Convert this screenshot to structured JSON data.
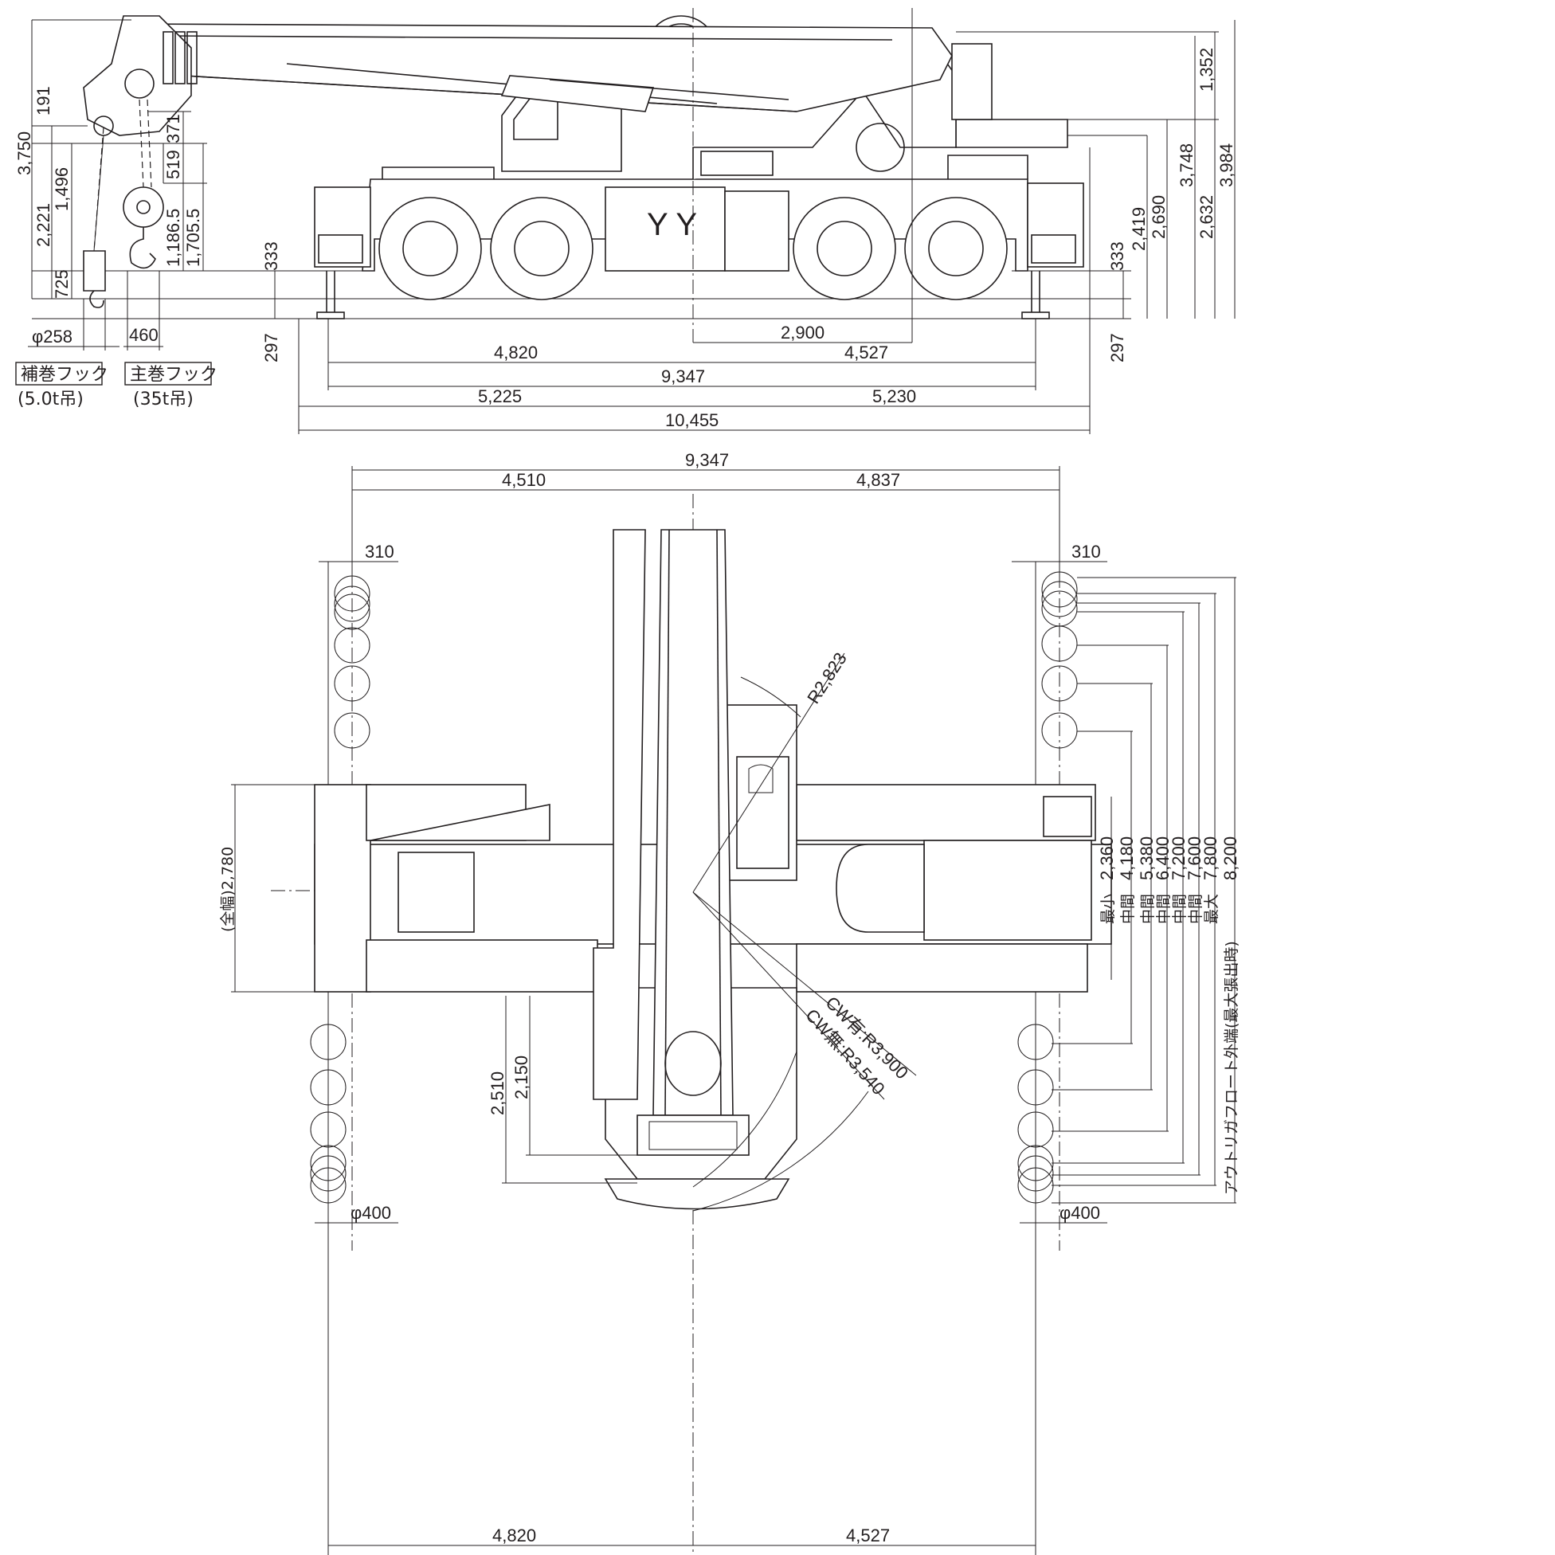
{
  "side_view": {
    "dims": {
      "d3750": "3,750",
      "d191": "191",
      "d1496": "1,496",
      "d2221": "2,221",
      "d725": "725",
      "d371": "371",
      "d519": "519",
      "d1186": "1,186.5",
      "d1705": "1,705.5",
      "d333l": "333",
      "d333r": "333",
      "d297l": "297",
      "d297r": "297",
      "d258": "φ258",
      "d460": "460",
      "d2900": "2,900",
      "d4820": "4,820",
      "d4527": "4,527",
      "d9347": "9,347",
      "d5225": "5,225",
      "d5230": "5,230",
      "d10455": "10,455",
      "d1352": "1,352",
      "d3748": "3,748",
      "d3984": "3,984",
      "d2419": "2,419",
      "d2690": "2,690",
      "d2632": "2,632"
    },
    "hooks": {
      "aux_label": "補巻フック",
      "aux_cap": "(5.0t吊)",
      "main_label": "主巻フック",
      "main_cap": "(35t吊)"
    },
    "mark": "Y  Y"
  },
  "top_view": {
    "dims": {
      "d9347": "9,347",
      "d4510": "4,510",
      "d4837": "4,837",
      "d310l": "310",
      "d310r": "310",
      "width": "(全幅)2,780",
      "r2823": "R2,823",
      "cw_with": "CW有:R3,900",
      "cw_without": "CW無:R3,540",
      "d2510": "2,510",
      "d2150": "2,150",
      "d400l": "φ400",
      "d400r": "φ400",
      "d4820": "4,820",
      "d4527": "4,527"
    },
    "outrigger": [
      {
        "value": "2,360",
        "label": "最小"
      },
      {
        "value": "4,180",
        "label": "中間"
      },
      {
        "value": "5,380",
        "label": "中間"
      },
      {
        "value": "6,400",
        "label": "中間"
      },
      {
        "value": "7,200",
        "label": "中間"
      },
      {
        "value": "7,600",
        "label": "中間"
      },
      {
        "value": "7,800",
        "label": "最大"
      },
      {
        "value": "8,200",
        "label": "アウトリガフロート外端(最大張出時)"
      }
    ]
  }
}
